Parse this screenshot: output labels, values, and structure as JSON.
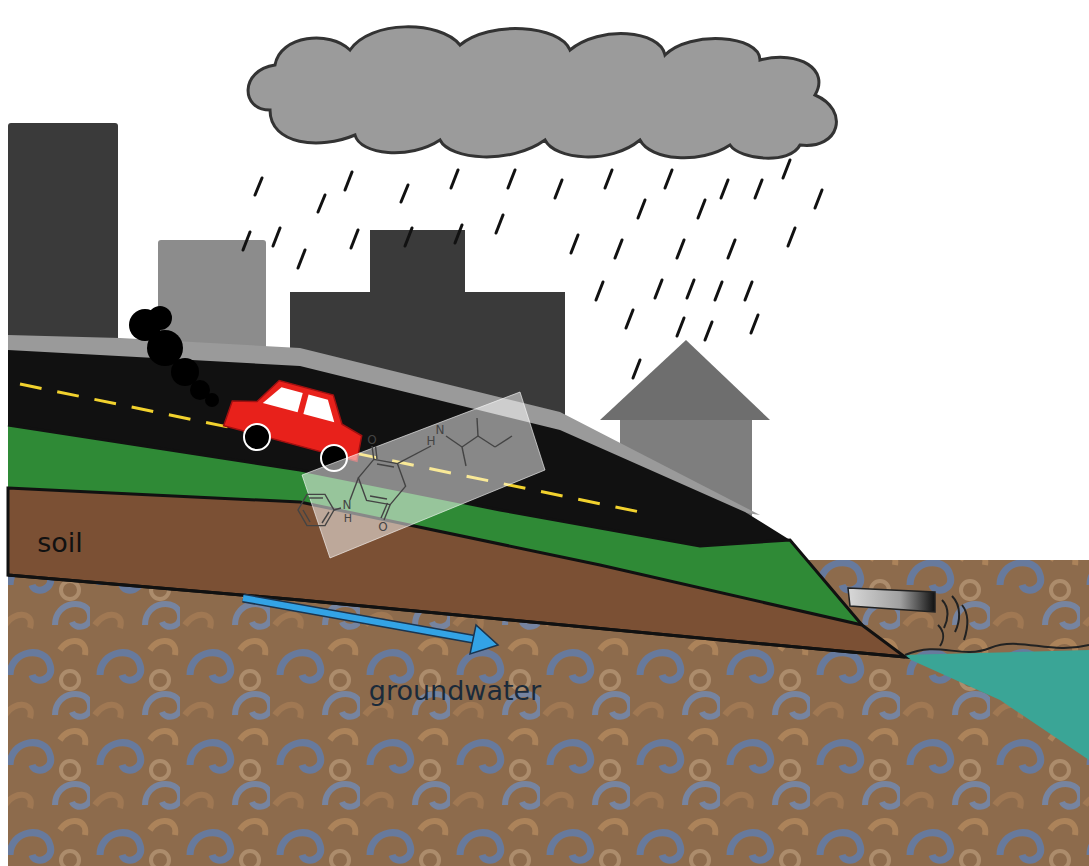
{
  "diagram": {
    "labels": [
      "soil",
      "groundwater",
      "O",
      "H",
      "N",
      "N",
      "H",
      "O"
    ]
  }
}
